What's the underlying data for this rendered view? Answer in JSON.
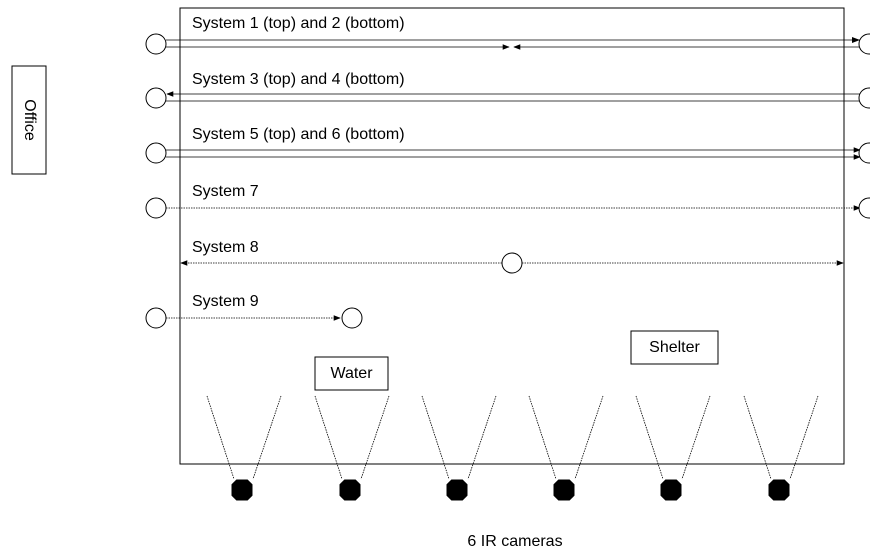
{
  "labels": {
    "office": "Office",
    "water": "Water",
    "shelter": "Shelter",
    "cameras_caption": "6 IR cameras"
  },
  "systems": [
    {
      "label": "System 1 (top) and 2 (bottom)"
    },
    {
      "label": "System 3 (top) and 4 (bottom)"
    },
    {
      "label": "System 5 (top) and 6 (bottom)"
    },
    {
      "label": "System 7"
    },
    {
      "label": "System 8"
    },
    {
      "label": "System 9"
    }
  ],
  "camera_count": 6
}
